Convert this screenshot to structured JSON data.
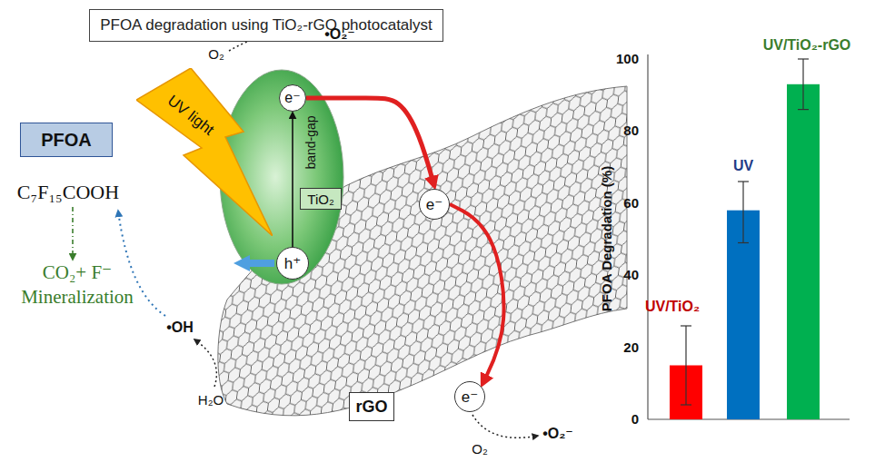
{
  "diagram": {
    "title": "PFOA degradation using TiO₂-rGO photocatalyst",
    "nodes": [
      {
        "text": [
          "PFOA"
        ]
      },
      {
        "text": [
          "UV light"
        ]
      },
      {
        "text": [
          "band-gap"
        ]
      },
      {
        "text": [
          "e⁻"
        ],
        "in": 2
      },
      {
        "text": [
          "h⁺"
        ],
        "in": 2
      },
      {
        "text": [
          "TiO₂"
        ],
        "in": 2
      },
      {
        "text": [
          "e⁻"
        ]
      },
      {
        "text": [
          "e⁻"
        ]
      },
      {
        "text": [
          "rGO"
        ]
      }
    ],
    "edges": [
      {
        "from": 3,
        "to": 6,
        "arrow": "to"
      },
      {
        "from": 6,
        "to": 7,
        "arrow": "to"
      },
      {
        "from": 4,
        "to": 3,
        "arrow": "to"
      }
    ],
    "labels": [
      "C₇F₁₅COOH",
      "CO₂+ F⁻",
      "Mineralization",
      "O₂",
      "•O₂⁻",
      "•OH",
      "H₂O",
      "O₂",
      "•O₂⁻",
      "PFOA Degradation (%)",
      "100",
      "80",
      "60",
      "40",
      "20",
      "0",
      "UV/TiO₂",
      "UV",
      "UV/TiO₂-rGO"
    ]
  }
}
